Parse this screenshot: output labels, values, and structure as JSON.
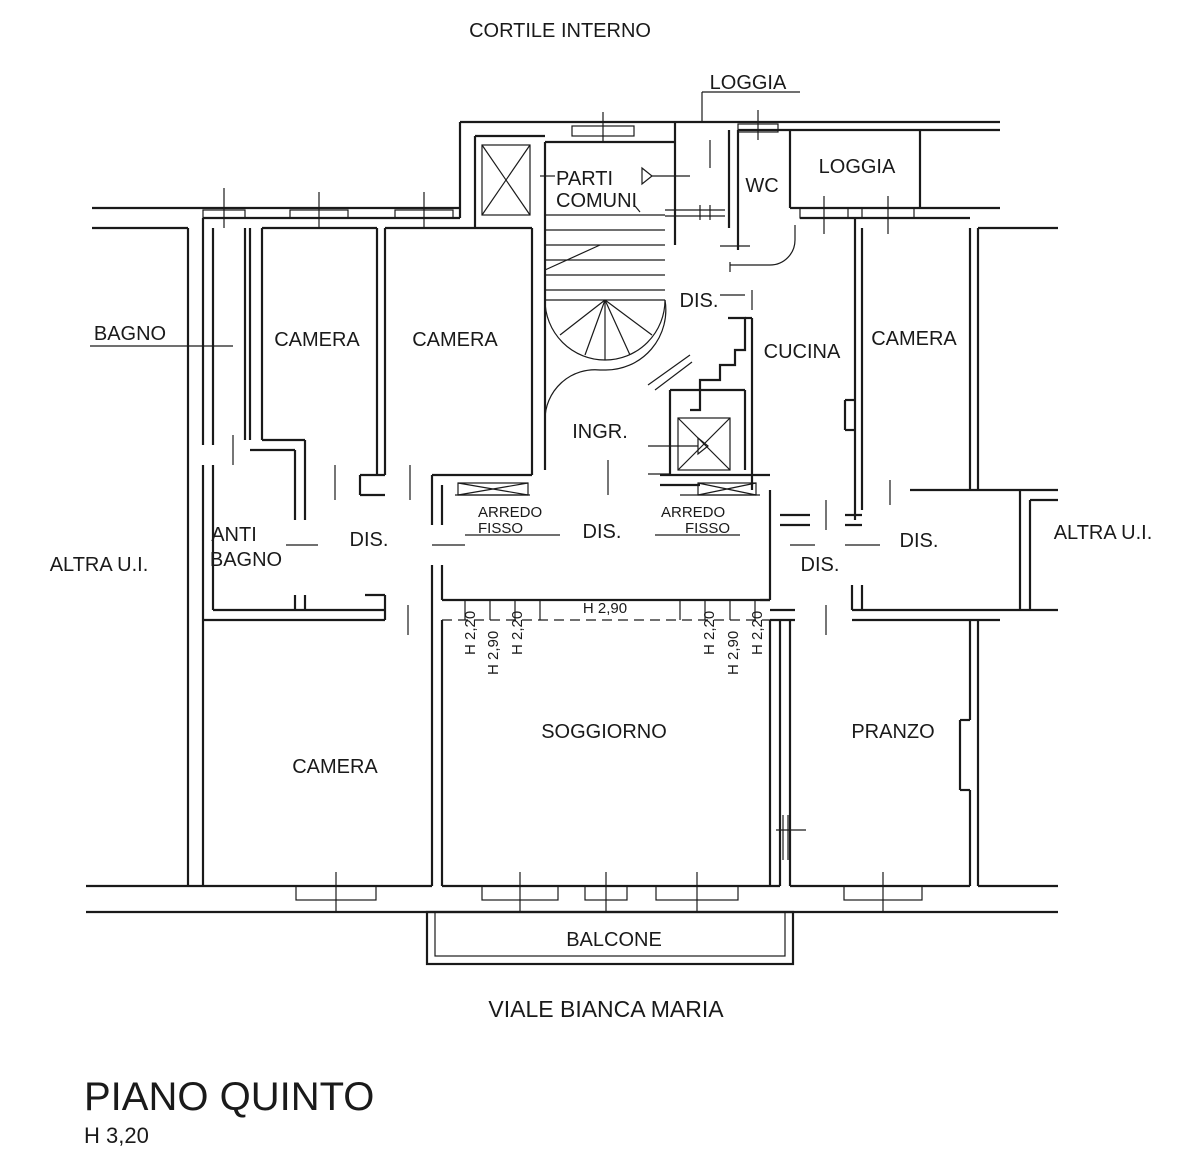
{
  "plan": {
    "top_label": "CORTILE INTERNO",
    "street_label": "VIALE BIANCA MARIA",
    "floor_title": "PIANO QUINTO",
    "floor_height": "H 3,20"
  },
  "rooms": {
    "loggia_top": "LOGGIA",
    "parti_comuni_1": "PARTI",
    "parti_comuni_2": "COMUNI",
    "wc": "WC",
    "loggia_right": "LOGGIA",
    "bagno": "BAGNO",
    "camera_1": "CAMERA",
    "camera_2": "CAMERA",
    "dis_stair": "DIS.",
    "cucina": "CUCINA",
    "camera_3": "CAMERA",
    "ingr": "INGR.",
    "arredo_left_1": "ARREDO",
    "arredo_left_2": "FISSO",
    "arredo_right_1": "ARREDO",
    "arredo_right_2": "FISSO",
    "anti_bagno_1": "ANTI",
    "anti_bagno_2": "BAGNO",
    "dis_left": "DIS.",
    "dis_center": "DIS.",
    "dis_right_a": "DIS.",
    "dis_right_b": "DIS.",
    "altra_left": "ALTRA U.I.",
    "altra_right": "ALTRA U.I.",
    "h290_main": "H 2,90",
    "h_l1": "H 2,20",
    "h_l2": "H 2,90",
    "h_l3": "H 2,20",
    "h_r1": "H 2,20",
    "h_r2": "H 2,90",
    "h_r3": "H 2,20",
    "camera_4": "CAMERA",
    "soggiorno": "SOGGIORNO",
    "pranzo": "PRANZO",
    "balcone": "BALCONE"
  }
}
